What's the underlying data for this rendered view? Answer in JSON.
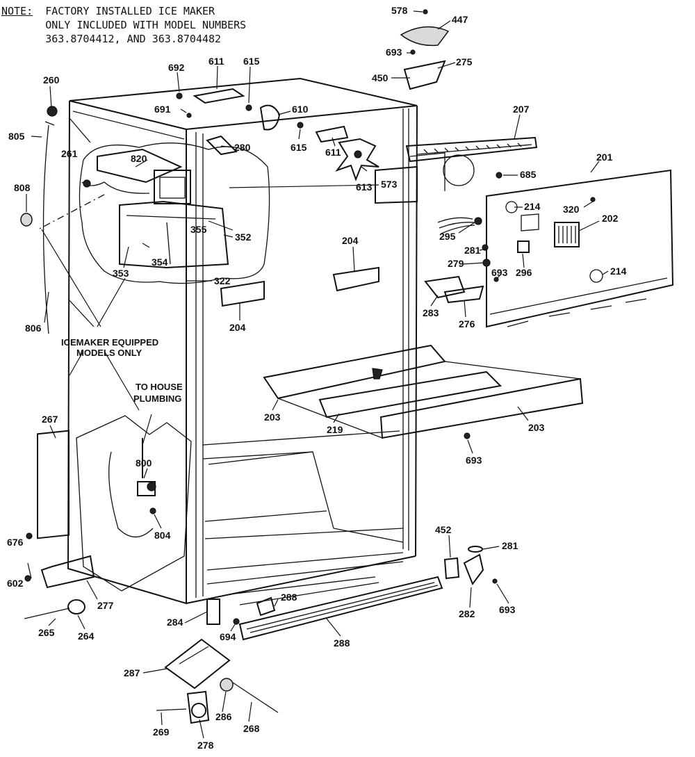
{
  "note": {
    "label": "NOTE:",
    "line1": "FACTORY INSTALLED ICE MAKER",
    "line2": "ONLY INCLUDED WITH MODEL NUMBERS",
    "line3": "363.8704412, AND 363.8704482"
  },
  "callouts": {
    "icemaker": "ICEMAKER EQUIPPED",
    "icemaker2": "MODELS ONLY",
    "plumbing": "TO HOUSE",
    "plumbing2": "PLUMBING"
  },
  "parts": {
    "p578": "578",
    "p447": "447",
    "p693a": "693",
    "p275": "275",
    "p450": "450",
    "p692": "692",
    "p611a": "611",
    "p615a": "615",
    "p691": "691",
    "p610": "610",
    "p615b": "615",
    "p280": "280",
    "p611b": "611",
    "p207": "207",
    "p260": "260",
    "p805": "805",
    "p261": "261",
    "p820": "820",
    "p573": "573",
    "p613": "613",
    "p685": "685",
    "p201": "201",
    "p808": "808",
    "p214a": "214",
    "p320": "320",
    "p202": "202",
    "p355": "355",
    "p352": "352",
    "p295": "295",
    "p353": "353",
    "p354": "354",
    "p281a": "281",
    "p296": "296",
    "p322": "322",
    "p204a": "204",
    "p279": "279",
    "p693b": "693",
    "p214b": "214",
    "p283": "283",
    "p276": "276",
    "p204b": "204",
    "p806": "806",
    "p203a": "203",
    "p219": "219",
    "p203b": "203",
    "p267": "267",
    "p693c": "693",
    "p800": "800",
    "p804": "804",
    "p676": "676",
    "p452": "452",
    "p281b": "281",
    "p602": "602",
    "p277": "277",
    "p288a": "288",
    "p282": "282",
    "p693d": "693",
    "p265": "265",
    "p264": "264",
    "p284": "284",
    "p694": "694",
    "p288b": "288",
    "p287": "287",
    "p286": "286",
    "p269": "269",
    "p268": "268",
    "p278": "278"
  }
}
